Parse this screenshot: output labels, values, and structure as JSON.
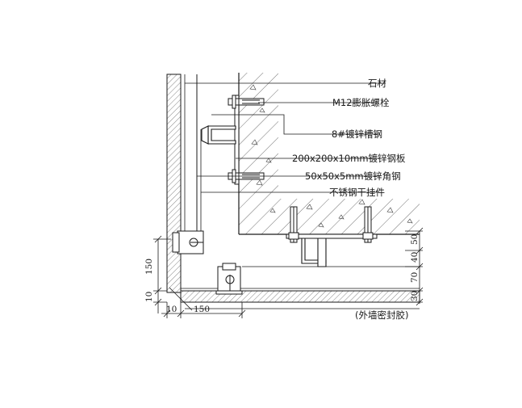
{
  "labels": {
    "stone": "石材",
    "bolt": "M12膨胀螺栓",
    "channel": "8#镀锌槽钢",
    "plate": "200x200x10mm镀锌钢板",
    "angle": "50x50x5mm镀锌角钢",
    "hanger": "不锈钢干挂件",
    "sealant": "(外墙密封胶)"
  },
  "dimensions": {
    "left_150": "150",
    "left_10": "10",
    "bottom_10": "10",
    "bottom_150": "150",
    "right_50": "50",
    "right_40": "40",
    "right_70": "70",
    "right_30": "30"
  },
  "colors": {
    "line": "#1a1a1a",
    "hatch": "#333333"
  }
}
